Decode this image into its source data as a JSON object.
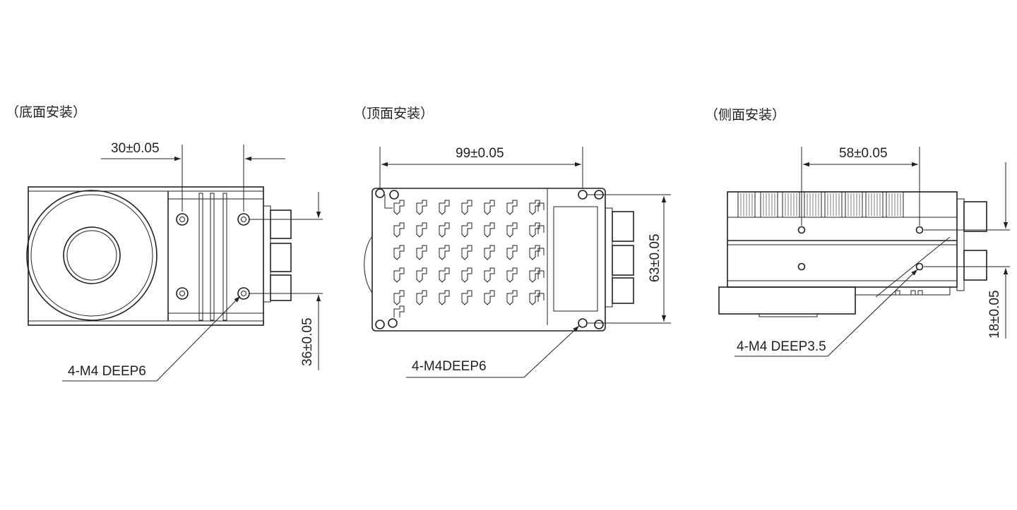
{
  "views": {
    "bottom": {
      "title": "（底面安装）",
      "dim_horizontal": "30±0.05",
      "dim_vertical": "36±0.05",
      "hole_label": "4-M4 DEEP6"
    },
    "top": {
      "title": "（顶面安装）",
      "dim_horizontal": "99±0.05",
      "dim_vertical": "63±0.05",
      "hole_label": "4-M4DEEP6"
    },
    "side": {
      "title": "（侧面安装）",
      "dim_horizontal": "58±0.05",
      "dim_vertical": "18±0.05",
      "hole_label": "4-M4 DEEP3.5"
    }
  }
}
